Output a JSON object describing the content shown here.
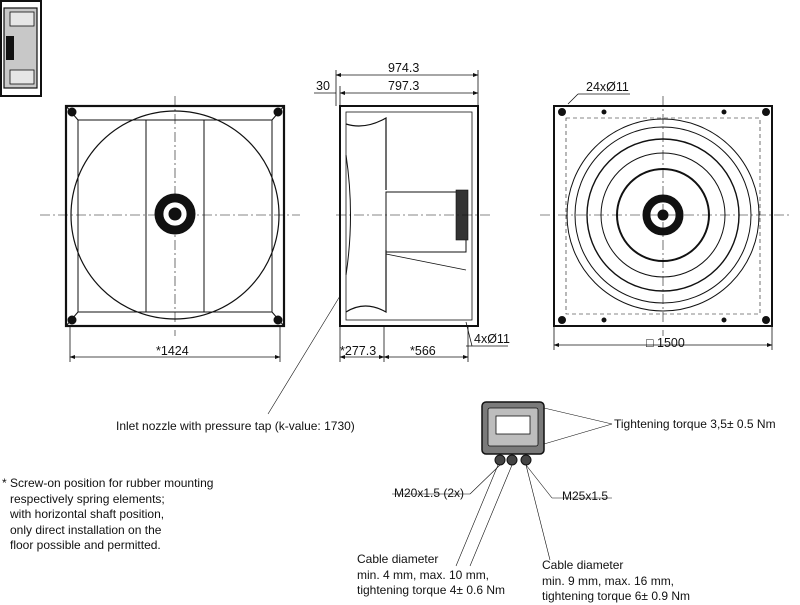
{
  "views": {
    "front": {
      "width_label": "*1424"
    },
    "side": {
      "overall_label": "974.3",
      "depth_label": "797.3",
      "flange_label": "30",
      "mount_left_label": "*277.3",
      "mount_right_label": "*566",
      "holes_label": "4xØ11"
    },
    "back": {
      "holes_label": "24xØ11",
      "square_label": "□ 1500"
    }
  },
  "callouts": {
    "inlet_nozzle": "Inlet nozzle with pressure tap (k-value: 1730)",
    "tightening_torque": "Tightening torque 3,5± 0.5 Nm",
    "m20": "M20x1.5 (2x)",
    "m25": "M25x1.5",
    "cable_small": [
      "Cable diameter",
      "min. 4 mm, max. 10 mm,",
      "tightening torque 4± 0.6 Nm"
    ],
    "cable_large": [
      "Cable diameter",
      "min. 9 mm, max. 16 mm,",
      "tightening torque 6± 0.9 Nm"
    ]
  },
  "footnote": [
    "* Screw-on position for rubber mounting",
    "respectively spring elements;",
    "with horizontal shaft position,",
    "only direct installation on the",
    "floor possible and permitted."
  ],
  "icon": "mounting-position-icon"
}
